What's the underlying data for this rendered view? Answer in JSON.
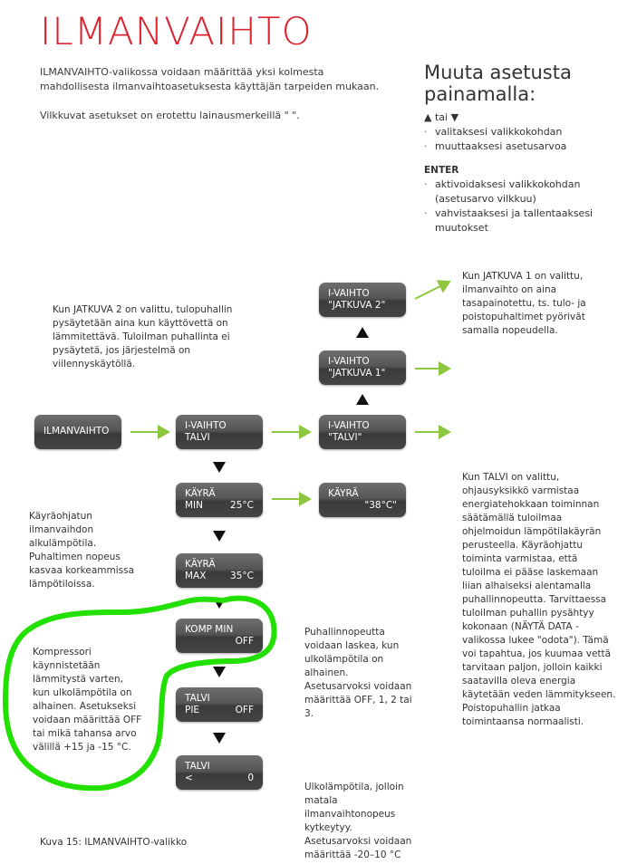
{
  "title": "ILMANVAIHTO",
  "intro": {
    "p1": "ILMANVAIHTO-valikossa voidaan määrittää yksi kolmesta mahdollisesta ilmanvaihtoasetuksesta käyttäjän tarpeiden mukaan.",
    "p2": "Vilkkuvat asetukset on erotettu lainausmerkeillä \" \"."
  },
  "side": {
    "heading_l1": "Muuta asetusta",
    "heading_l2": "painamalla:",
    "arrows_label": "▲ tai ▼",
    "arrow_items": [
      "valitaksesi valikkokohdan",
      "muuttaaksesi asetusarvoa"
    ],
    "enter_label": "ENTER",
    "enter_items": [
      "aktivoidaksesi valikkokohdan (asetusarvo vilkkuu)",
      "vahvistaaksesi ja tallentaaksesi muutokset"
    ]
  },
  "panels": {
    "root": {
      "l1": "ILMANVAIHTO"
    },
    "ivaihto_talvi": {
      "l1": "I-VAIHTO",
      "l2": "TALVI"
    },
    "ivaihto_talvi_sel": {
      "l1": "I-VAIHTO",
      "l2": "\"TALVI\""
    },
    "jatkuva1": {
      "l1": "I-VAIHTO",
      "l2": "\"JATKUVA 1\""
    },
    "jatkuva2": {
      "l1": "I-VAIHTO",
      "l2": "\"JATKUVA 2\""
    },
    "kayra_min": {
      "l1": "KÄYRÄ",
      "l2a": "MIN",
      "l2b": "25°C"
    },
    "kayra_sel": {
      "l1": "KÄYRÄ",
      "l2b": "\"38°C\""
    },
    "kayra_max": {
      "l1": "KÄYRÄ",
      "l2a": "MAX",
      "l2b": "35°C"
    },
    "komp_min": {
      "l1": "KOMP MIN",
      "l2b": "OFF"
    },
    "talvi_pie": {
      "l1": "TALVI",
      "l2a": "PIE",
      "l2b": "OFF"
    },
    "talvi_lt": {
      "l1": "TALVI",
      "l2a": "<",
      "l2b": "0"
    }
  },
  "notes": {
    "jatkuva2": "Kun JATKUVA 2 on valittu, tulopuhallin pysäytetään aina kun käyttövettä on lämmitettävä. Tuloilman puhallinta ei pysäytetä, jos järjestelmä on viilennyskäytöllä.",
    "jatkuva1": "Kun JATKUVA 1 on valittu, ilmanvaihto on aina tasapainotettu, ts. tulo- ja poistopuhaltimet pyörivät samalla nopeudella.",
    "talvi": "Kun TALVI on valittu, ohjausyksikkö varmistaa energiatehokkaan toiminnan säätämällä tuloilmaa ohjelmoidun lämpötilakäyrän perusteella. Käyräohjattu toiminta varmistaa, että tuloilma ei pääse laskemaan liian alhaiseksi alentamalla puhallinnopeutta. Tarvittaessa tuloilman puhallin pysähtyy kokonaan (NÄYTÄ DATA -valikossa lukee \"odota\"). Tämä voi tapahtua, jos kuumaa vettä tarvitaan paljon, jolloin kaikki saatavilla oleva energia käytetään veden lämmitykseen. Poistopuhallin jatkaa toimintaansa normaalisti.",
    "kayra": "Käyräohjatun ilmanvaihdon alkulämpötila. Puhaltimen nopeus kasvaa korkeammissa lämpötiloissa.",
    "kompressori": "Kompressori käynnistetään lämmitystä varten, kun ulkolämpötila on alhainen. Asetukseksi voidaan määrittää OFF tai mikä tahansa arvo välillä +15 ja -15 °C.",
    "puhallin": "Puhallinnopeutta voidaan laskea, kun ulkolämpötila on alhainen. Asetusarvoksi voidaan määrittää OFF, 1, 2 tai 3.",
    "ulko": "Ulkolämpötila, jolloin matala ilmanvaihtonopeus kytkeytyy. Asetusarvoksi voidaan määrittää -20–10 °C"
  },
  "caption": "Kuva 15: ILMANVAIHTO-valikko",
  "colors": {
    "title": "#d9252f",
    "arrow": "#8dc63f",
    "highlight": "#22e000",
    "panel": "#4a4a4a"
  }
}
